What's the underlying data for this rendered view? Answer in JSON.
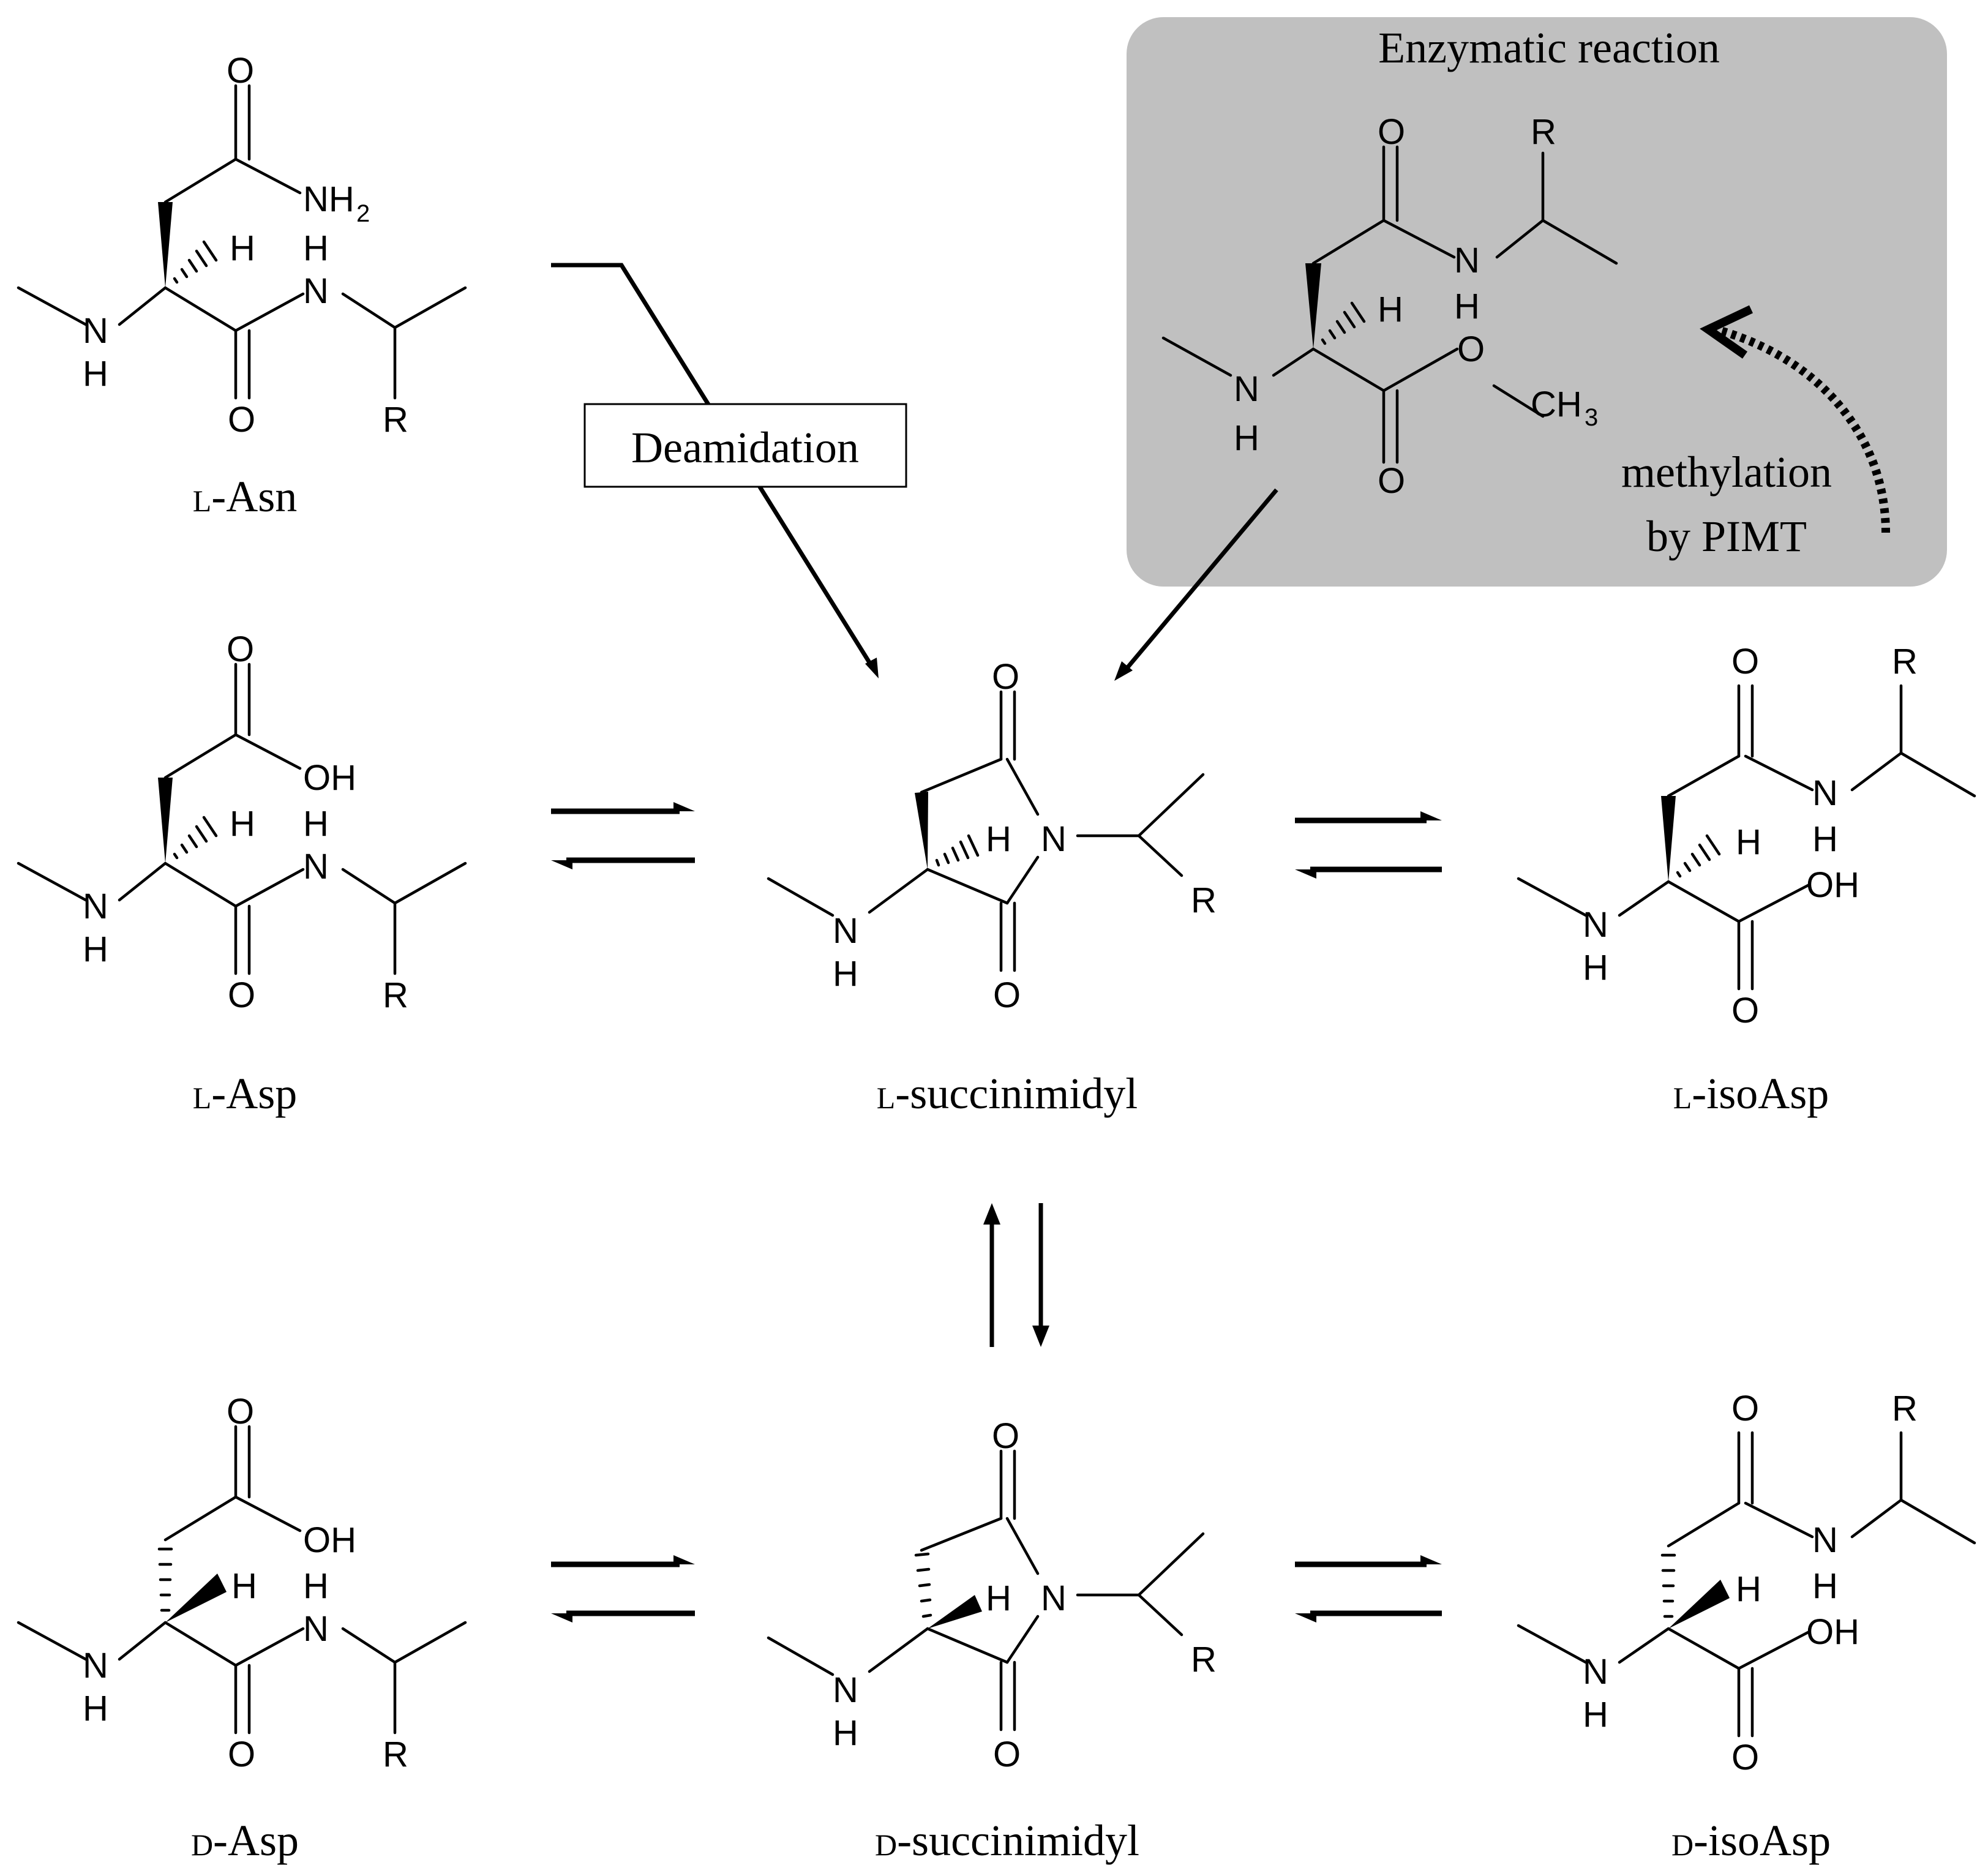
{
  "atoms": {
    "O": "O",
    "H": "H",
    "N": "N",
    "R": "R",
    "OH": "OH",
    "NH2": "NH",
    "NH2_sub": "2",
    "CH3": "CH",
    "CH3_sub": "3"
  },
  "labels": {
    "l_asn": {
      "prefix": "L",
      "text": "-Asn"
    },
    "l_asp": {
      "prefix": "L",
      "text": "-Asp"
    },
    "l_succ": {
      "prefix": "L",
      "text": "-succinimidyl"
    },
    "l_iso": {
      "prefix": "L",
      "text": "-isoAsp"
    },
    "d_asp": {
      "prefix": "D",
      "text": "-Asp"
    },
    "d_succ": {
      "prefix": "D",
      "text": "-succinimidyl"
    },
    "d_iso": {
      "prefix": "D",
      "text": "-isoAsp"
    }
  },
  "deamidation_label": "Deamidation",
  "enzymatic_box": {
    "title": "Enzymatic reaction",
    "note_line1": "methylation",
    "note_line2": "by PIMT",
    "background": "#c0c0c0"
  }
}
